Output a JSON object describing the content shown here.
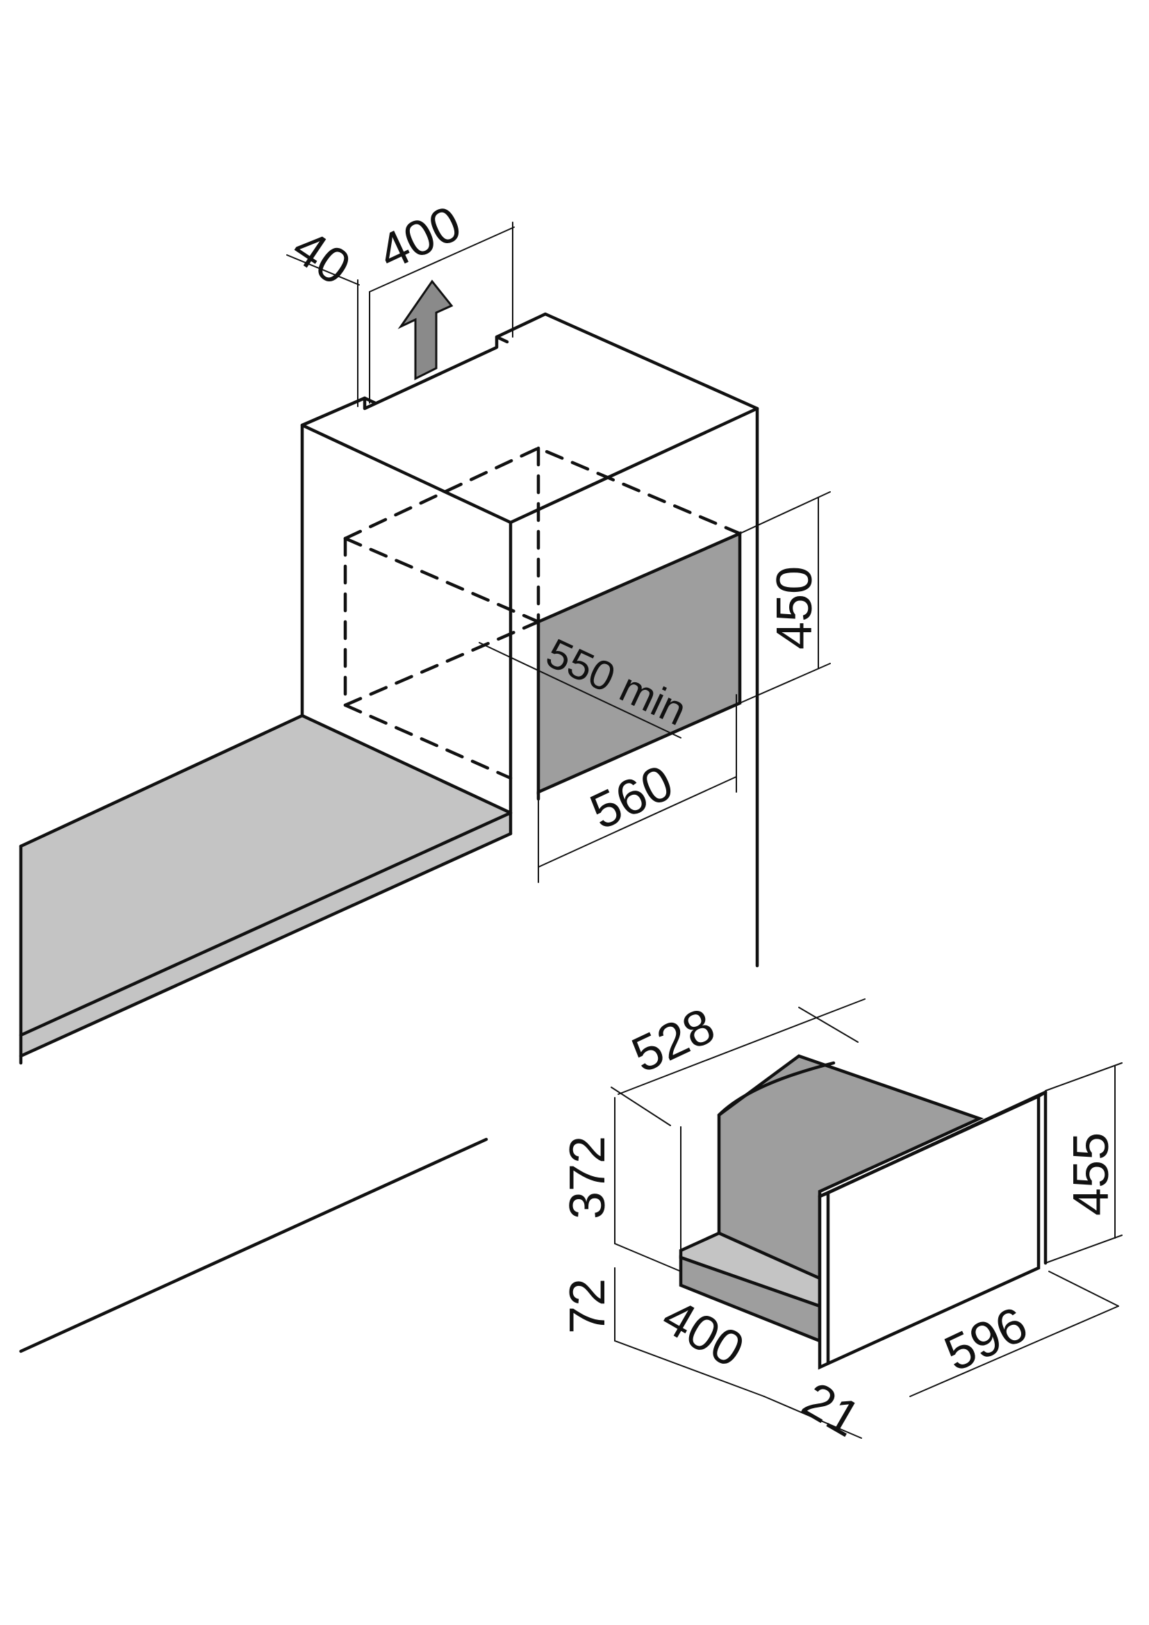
{
  "dimensions": {
    "top_gap": "40",
    "top_vent": "400",
    "niche_height": "450",
    "niche_depth": "550 min",
    "niche_width": "560",
    "drawer_depth": "528",
    "drawer_inner_height": "372",
    "drawer_base_height": "72",
    "drawer_bottom_depth": "400",
    "drawer_front_thickness": "21",
    "front_height": "455",
    "front_width": "596"
  },
  "colors": {
    "line": "#111111",
    "shade_dark": "#9e9e9e",
    "shade_light": "#c4c4c4",
    "arrow_fill": "#8a8a8a"
  }
}
